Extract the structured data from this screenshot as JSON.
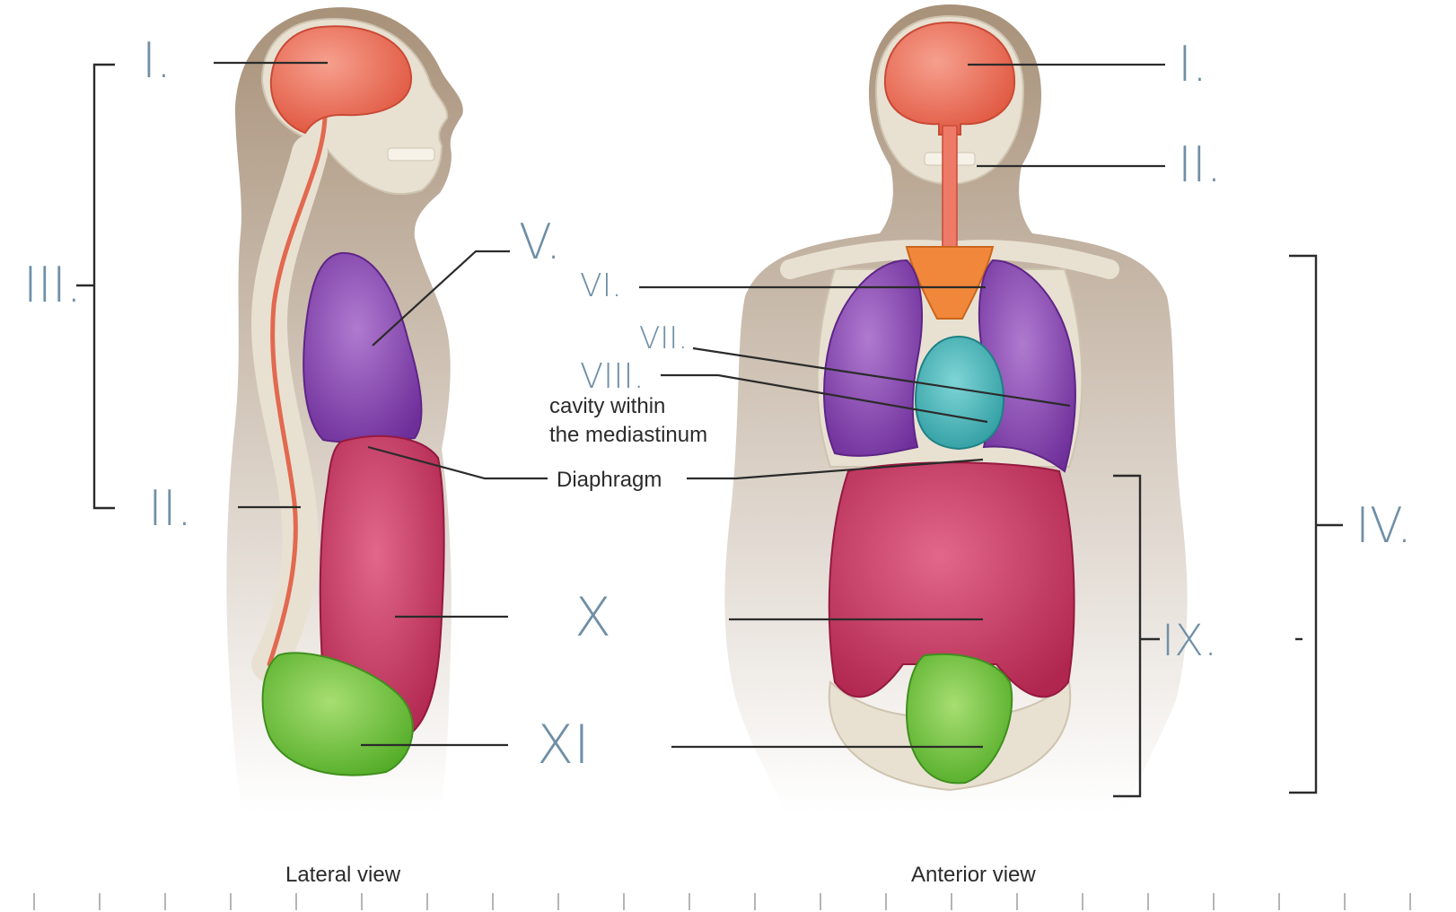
{
  "labels": {
    "lateral_I": "I.",
    "lateral_II": "II.",
    "lateral_III": "III.",
    "lateral_V": "V.",
    "lateral_X": "X",
    "lateral_XI": "XI",
    "anterior_I": "I.",
    "anterior_II": "II.",
    "anterior_IV": "IV.",
    "anterior_VI": "VI.",
    "anterior_VII": "VII.",
    "anterior_VIII": "VIII.",
    "anterior_IX": "IX."
  },
  "printed": {
    "cavity_line1": "cavity within",
    "cavity_line2": "the mediastinum",
    "diaphragm": "Diaphragm",
    "lateral_view": "Lateral view",
    "anterior_view": "Anterior view"
  },
  "colors": {
    "body": "#a89179",
    "bone": "#e8e1d2",
    "brain": "#ee7a68",
    "lungs": "#8e4fb4",
    "heart": "#3fb3b7",
    "mediastinum_top": "#f0873a",
    "abdomen": "#c8365f",
    "pelvis": "#72c83c",
    "handwriting": "#6f8fa6"
  }
}
